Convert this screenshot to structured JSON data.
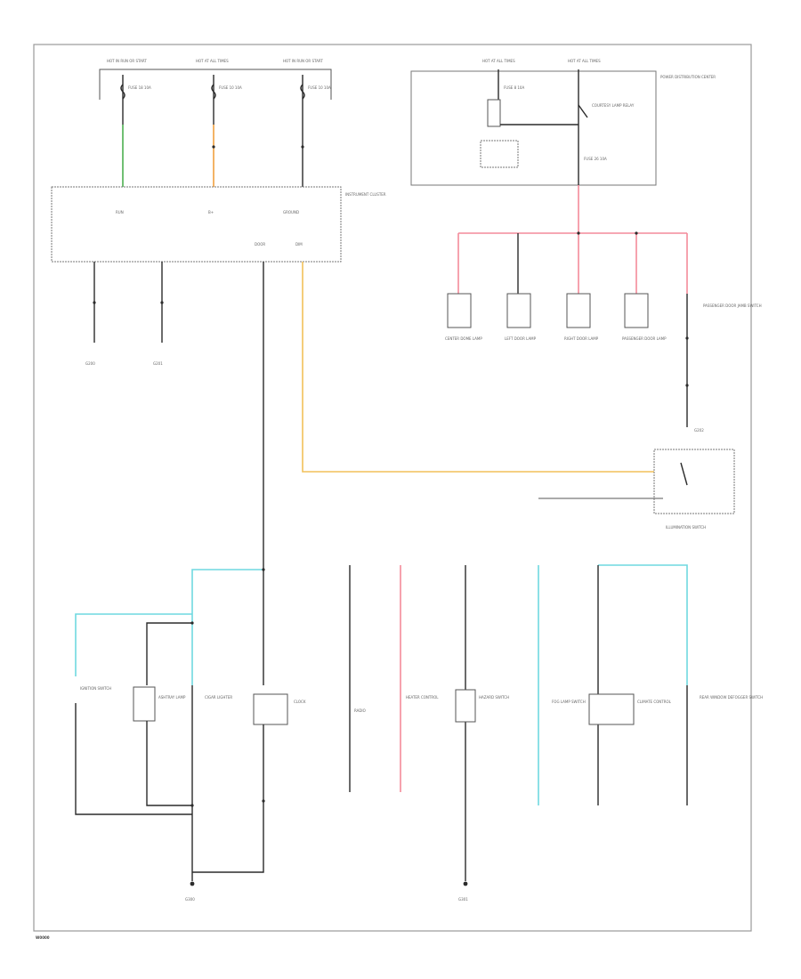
{
  "colors": {
    "wire": "#2b2b2b",
    "green": "#4caf50",
    "orange": "#f0a040",
    "pink": "#f48a9a",
    "cyan": "#6fd8e0",
    "yellow": "#f2c15a"
  },
  "labels": {
    "fuse_panel_1": "HOT IN RUN OR START",
    "fuse_panel_2": "HOT AT ALL TIMES",
    "fuse_panel_3": "HOT IN RUN OR START",
    "fuse_panel_4": "HOT AT ALL TIMES",
    "fuse_panel_5": "HOT AT ALL TIMES",
    "fuse_1": "FUSE 18 10A",
    "fuse_2": "FUSE 10 10A",
    "fuse_3": "FUSE 10 10A",
    "fuse_4": "FUSE 8 10A",
    "fuse_5": "FUSE 26 10A",
    "pdc_label": "POWER DISTRIBUTION CENTER",
    "relay_label": "COURTESY LAMP RELAY",
    "ic_label": "INSTRUMENT CLUSTER",
    "ic_pin_run": "RUN",
    "ic_pin_b": "B+",
    "ic_pin_ground": "GROUND",
    "ic_pin_door": "DOOR",
    "ic_pin_dim": "DIM",
    "lamp_1": "CENTER DOME LAMP",
    "lamp_2": "LEFT DOOR LAMP",
    "lamp_3": "RIGHT DOOR LAMP",
    "lamp_4": "PASSENGER DOOR LAMP",
    "lamp_5": "PASSENGER DOOR JAMB SWITCH",
    "switch_module": "ILLUMINATION SWITCH",
    "bottom_1": "IGNITION SWITCH",
    "bottom_2": "ASHTRAY LAMP",
    "bottom_3": "CIGAR LIGHTER",
    "bottom_4": "CLOCK",
    "bottom_5": "RADIO",
    "bottom_6": "HEATER CONTROL",
    "bottom_7": "HAZARD SWITCH",
    "bottom_8": "FOG LAMP SWITCH",
    "bottom_9": "CLIMATE CONTROL",
    "bottom_10": "REAR WINDOW DEFOGGER SWITCH",
    "ground_1": "G200",
    "ground_2": "G201",
    "ground_3": "G202",
    "ground_4": "G300",
    "ground_5": "G301",
    "footer": "W0000"
  }
}
